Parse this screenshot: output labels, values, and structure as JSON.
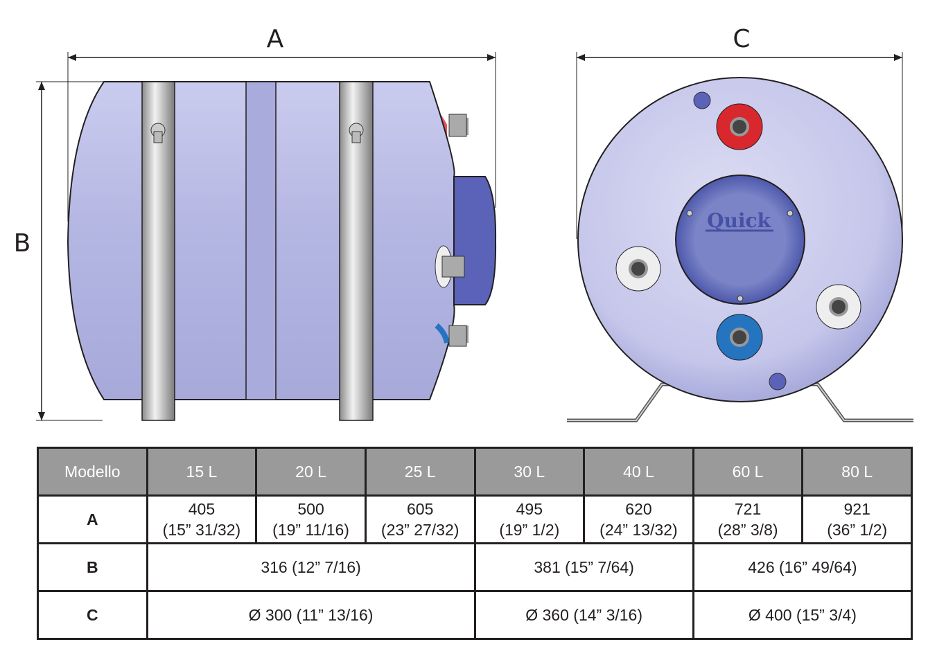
{
  "dimensions": {
    "a_label": "A",
    "b_label": "B",
    "c_label": "C"
  },
  "logo": {
    "text": "Quick"
  },
  "colors": {
    "tank": "#b6b8e3",
    "end_cap": "#5a63b8",
    "hot_fitting": "#d9282d",
    "cold_fitting": "#2574c0",
    "header_bg": "#9b9a9b"
  },
  "table": {
    "header": [
      "Modello",
      "15 L",
      "20 L",
      "25 L",
      "30 L",
      "40 L",
      "60 L",
      "80 L"
    ],
    "row_a": {
      "label": "A",
      "cells": [
        {
          "mm": "405",
          "in": "(15” 31/32)"
        },
        {
          "mm": "500",
          "in": "(19” 11/16)"
        },
        {
          "mm": "605",
          "in": "(23” 27/32)"
        },
        {
          "mm": "495",
          "in": "(19” 1/2)"
        },
        {
          "mm": "620",
          "in": "(24” 13/32)"
        },
        {
          "mm": "721",
          "in": "(28” 3/8)"
        },
        {
          "mm": "921",
          "in": "(36” 1/2)"
        }
      ]
    },
    "row_b": {
      "label": "B",
      "cells": [
        "316 (12” 7/16)",
        "381 (15” 7/64)",
        "426 (16” 49/64)"
      ]
    },
    "row_c": {
      "label": "C",
      "cells": [
        "Ø 300 (11” 13/16)",
        "Ø 360 (14” 3/16)",
        "Ø 400 (15” 3/4)"
      ]
    }
  }
}
